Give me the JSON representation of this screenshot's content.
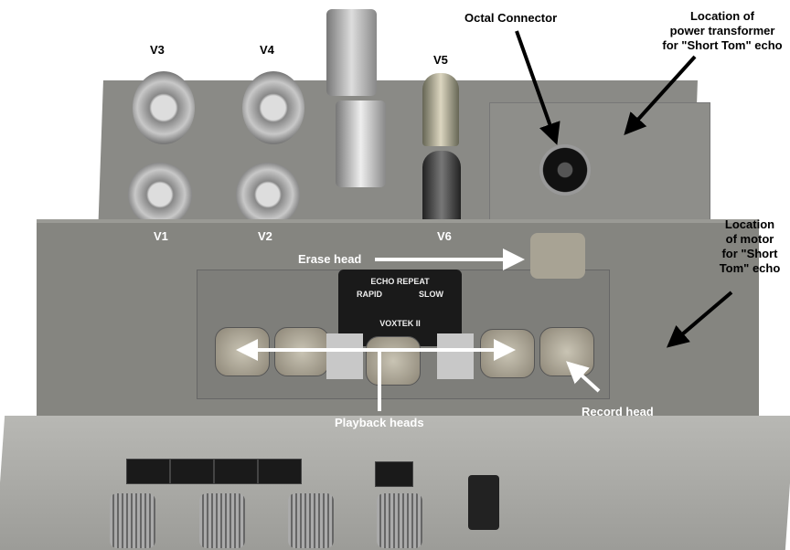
{
  "tube_labels": {
    "v1": "V1",
    "v2": "V2",
    "v3": "V3",
    "v4": "V4",
    "v5": "V5",
    "v6": "V6"
  },
  "callouts": {
    "octal_connector": "Octal Connector",
    "power_transformer": [
      "Location of",
      "power transformer",
      "for \"Short Tom\" echo"
    ],
    "motor": [
      "Location",
      "of motor",
      "for \"Short",
      "Tom\" echo"
    ],
    "erase_head": "Erase head",
    "playback_heads": "Playback heads",
    "record_head": "Record head"
  },
  "echo_panel": {
    "title": "ECHO REPEAT",
    "left": "RAPID",
    "right": "SLOW",
    "brand": "VOXTEK II"
  },
  "colors": {
    "arrow_white": "#ffffff",
    "arrow_black": "#000000",
    "chassis": "#858580"
  }
}
